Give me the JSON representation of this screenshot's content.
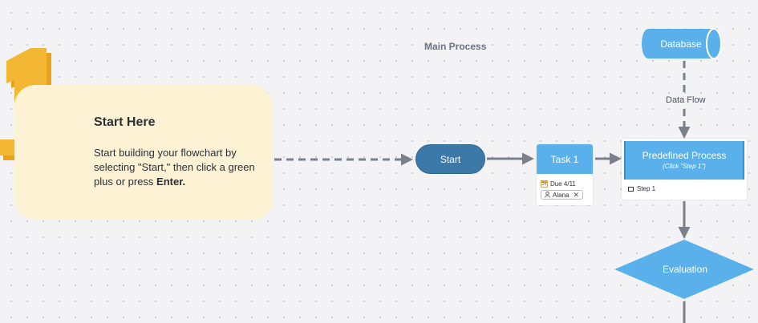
{
  "step_number": "1",
  "start_card": {
    "title": "Start Here",
    "description_part1": "Start building your flowchart by selecting \"Start,\" then click a green plus or press ",
    "description_bold": "Enter."
  },
  "main_process_label": "Main Process",
  "nodes": {
    "start": "Start",
    "task": {
      "title": "Task 1",
      "due": "Due 4/11",
      "calendar_day": "24",
      "assignee": "Alana",
      "remove_glyph": "✕"
    },
    "predefined": {
      "title": "Predefined Process",
      "subtitle": "(Click \"Step 1\")",
      "step": "Step 1"
    },
    "database": "Database",
    "data_flow": "Data Flow",
    "evaluation": "Evaluation"
  },
  "colors": {
    "background": "#f3f3f5",
    "card_yellow": "#fdf2d3",
    "number_yellow": "#f4b733",
    "start_blue": "#3c78a8",
    "node_blue": "#5ab0ea",
    "connector_gray": "#7a818c"
  },
  "icons": {
    "calendar": "calendar-icon",
    "user": "user-icon",
    "close": "close-icon",
    "step": "step-link-icon"
  }
}
